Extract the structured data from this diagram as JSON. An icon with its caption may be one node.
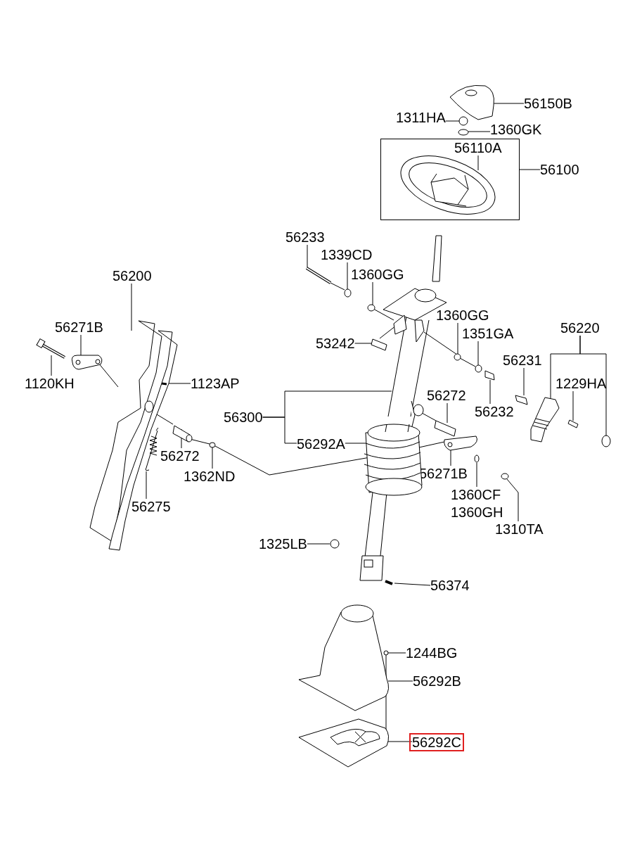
{
  "diagram": {
    "nodes": [
      {
        "text": [
          "56150B"
        ]
      },
      {
        "text": [
          "1311HA"
        ]
      },
      {
        "text": [
          "1360GK"
        ]
      },
      {
        "text": [],
        "shape": "box"
      },
      {
        "text": [
          "56110A"
        ],
        "in": 3
      },
      {
        "text": [
          "56100"
        ]
      },
      {
        "text": [
          "56233"
        ]
      },
      {
        "text": [
          "1339CD"
        ]
      },
      {
        "text": [
          "1360GG"
        ]
      },
      {
        "text": [
          "56200"
        ]
      },
      {
        "text": [
          "56271B"
        ]
      },
      {
        "text": [
          "1360GG"
        ]
      },
      {
        "text": [
          "53242"
        ]
      },
      {
        "text": [
          "1351GA"
        ]
      },
      {
        "text": [
          "56220"
        ]
      },
      {
        "text": [
          "1120KH"
        ]
      },
      {
        "text": [
          "56231"
        ]
      },
      {
        "text": [
          "1123AP"
        ]
      },
      {
        "text": [
          "1229HA"
        ]
      },
      {
        "text": [
          "56232"
        ]
      },
      {
        "text": [
          "56272"
        ]
      },
      {
        "text": [
          "56300"
        ]
      },
      {
        "text": [
          "56272"
        ]
      },
      {
        "text": [
          "56292A"
        ]
      },
      {
        "text": [
          "56271B"
        ]
      },
      {
        "text": [
          "1362ND"
        ]
      },
      {
        "text": [
          "1360CF",
          "1360GH"
        ]
      },
      {
        "text": [
          "56275"
        ]
      },
      {
        "text": [
          "1310TA"
        ]
      },
      {
        "text": [
          "1325LB"
        ]
      },
      {
        "text": [
          "56374"
        ]
      },
      {
        "text": [
          "1244BG"
        ]
      },
      {
        "text": [
          "56292B"
        ]
      },
      {
        "text": [
          "56292C"
        ]
      },
      {
        "text": [],
        "shape": "picture"
      },
      {
        "text": [],
        "shape": "circle"
      },
      {
        "text": [],
        "shape": "circle"
      },
      {
        "text": [],
        "shape": "picture",
        "in": 3
      },
      {
        "text": [],
        "shape": "bar"
      },
      {
        "text": [],
        "shape": "circle"
      },
      {
        "text": [],
        "shape": "circle"
      },
      {
        "text": [],
        "shape": "picture"
      },
      {
        "text": [],
        "shape": "picture"
      },
      {
        "text": [],
        "shape": "circle"
      },
      {
        "text": [],
        "shape": "bar"
      },
      {
        "text": [],
        "shape": "circle"
      },
      {
        "text": [],
        "shape": "picture"
      },
      {
        "text": [],
        "shape": "circle"
      },
      {
        "text": [],
        "shape": "picture"
      },
      {
        "text": [],
        "shape": "bar"
      },
      {
        "text": [],
        "shape": "bar"
      },
      {
        "text": [],
        "shape": "bar"
      },
      {
        "text": [],
        "shape": "bar"
      },
      {
        "text": [],
        "shape": "bar"
      },
      {
        "text": [],
        "shape": "picture"
      },
      {
        "text": [],
        "shape": "picture"
      },
      {
        "text": [],
        "shape": "picture"
      },
      {
        "text": [],
        "shape": "picture"
      },
      {
        "text": [],
        "shape": "circle"
      },
      {
        "text": [],
        "shape": "circle"
      },
      {
        "text": [],
        "shape": "picture"
      },
      {
        "text": [],
        "shape": "circle"
      },
      {
        "text": [],
        "shape": "circle"
      },
      {
        "text": [],
        "shape": "bar"
      },
      {
        "text": [],
        "shape": "circle"
      },
      {
        "text": [],
        "shape": "picture"
      },
      {
        "text": [],
        "shape": "picture"
      }
    ],
    "edges": [
      {
        "from": 0,
        "to": 34,
        "arrow": "none"
      },
      {
        "from": 1,
        "to": 35,
        "arrow": "none"
      },
      {
        "from": 2,
        "to": 36,
        "arrow": "none"
      },
      {
        "from": 4,
        "to": 37,
        "arrow": "none"
      },
      {
        "from": 5,
        "to": 3,
        "arrow": "none"
      },
      {
        "from": 6,
        "to": 38,
        "arrow": "none"
      },
      {
        "from": 7,
        "to": 39,
        "arrow": "none"
      },
      {
        "from": 8,
        "to": 40,
        "arrow": "none"
      },
      {
        "from": 9,
        "to": 41,
        "arrow": "none"
      },
      {
        "from": 10,
        "to": 42,
        "arrow": "none"
      },
      {
        "from": 11,
        "to": 43,
        "arrow": "none"
      },
      {
        "from": 12,
        "to": 44,
        "arrow": "none"
      },
      {
        "from": 13,
        "to": 45,
        "arrow": "none"
      },
      {
        "from": 14,
        "to": 46,
        "arrow": "none"
      },
      {
        "from": 14,
        "to": 47,
        "arrow": "none"
      },
      {
        "from": 15,
        "to": 48,
        "arrow": "none"
      },
      {
        "from": 16,
        "to": 49,
        "arrow": "none"
      },
      {
        "from": 17,
        "to": 50,
        "arrow": "none"
      },
      {
        "from": 18,
        "to": 51,
        "arrow": "none"
      },
      {
        "from": 19,
        "to": 52,
        "arrow": "none"
      },
      {
        "from": 20,
        "to": 53,
        "arrow": "none"
      },
      {
        "from": 21,
        "to": 54,
        "arrow": "none"
      },
      {
        "from": 21,
        "to": 23,
        "arrow": "none"
      },
      {
        "from": 22,
        "to": 55,
        "arrow": "none"
      },
      {
        "from": 23,
        "to": 56,
        "arrow": "none"
      },
      {
        "from": 24,
        "to": 57,
        "arrow": "none"
      },
      {
        "from": 25,
        "to": 58,
        "arrow": "none"
      },
      {
        "from": 26,
        "to": 59,
        "arrow": "none"
      },
      {
        "from": 27,
        "to": 60,
        "arrow": "none"
      },
      {
        "from": 28,
        "to": 61,
        "arrow": "none"
      },
      {
        "from": 29,
        "to": 62,
        "arrow": "none"
      },
      {
        "from": 30,
        "to": 63,
        "arrow": "none"
      },
      {
        "from": 31,
        "to": 64,
        "arrow": "none"
      },
      {
        "from": 32,
        "to": 65,
        "arrow": "none"
      },
      {
        "from": 33,
        "to": 66,
        "arrow": "none"
      },
      {
        "from": 42,
        "to": 41,
        "arrow": "none"
      },
      {
        "from": 55,
        "to": 58,
        "arrow": "none"
      },
      {
        "from": 58,
        "to": 57,
        "arrow": "none"
      },
      {
        "from": 41,
        "to": 55,
        "arrow": "none"
      },
      {
        "from": 43,
        "to": 54,
        "arrow": "none"
      },
      {
        "from": 43,
        "to": 45,
        "arrow": "none"
      },
      {
        "from": 40,
        "to": 54,
        "arrow": "none"
      },
      {
        "from": 44,
        "to": 54,
        "arrow": "none"
      },
      {
        "from": 53,
        "to": 54,
        "arrow": "none"
      },
      {
        "from": 38,
        "to": 39,
        "arrow": "none"
      },
      {
        "from": 64,
        "to": 66,
        "arrow": "none"
      }
    ]
  }
}
